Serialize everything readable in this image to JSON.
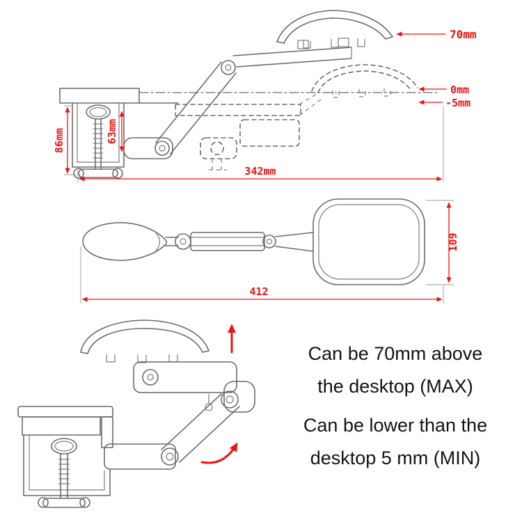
{
  "colors": {
    "dimension_red": "#f01010",
    "line_gray": "#6a6a6a",
    "caption_black": "#121212"
  },
  "side_view_annotated": {
    "dims": {
      "d70": "70mm",
      "d0": "0mm",
      "dneg5": "-5mm",
      "d86": "86mm",
      "d63": "63mm",
      "d342": "342mm"
    }
  },
  "top_view": {
    "dims": {
      "d109": "109",
      "d412": "412"
    }
  },
  "side_view_motion": {
    "caption": {
      "line1": "Can be 70mm above",
      "line2": "the desktop (MAX)",
      "line3": "Can be lower than the",
      "line4": "desktop 5 mm (MIN)"
    }
  }
}
